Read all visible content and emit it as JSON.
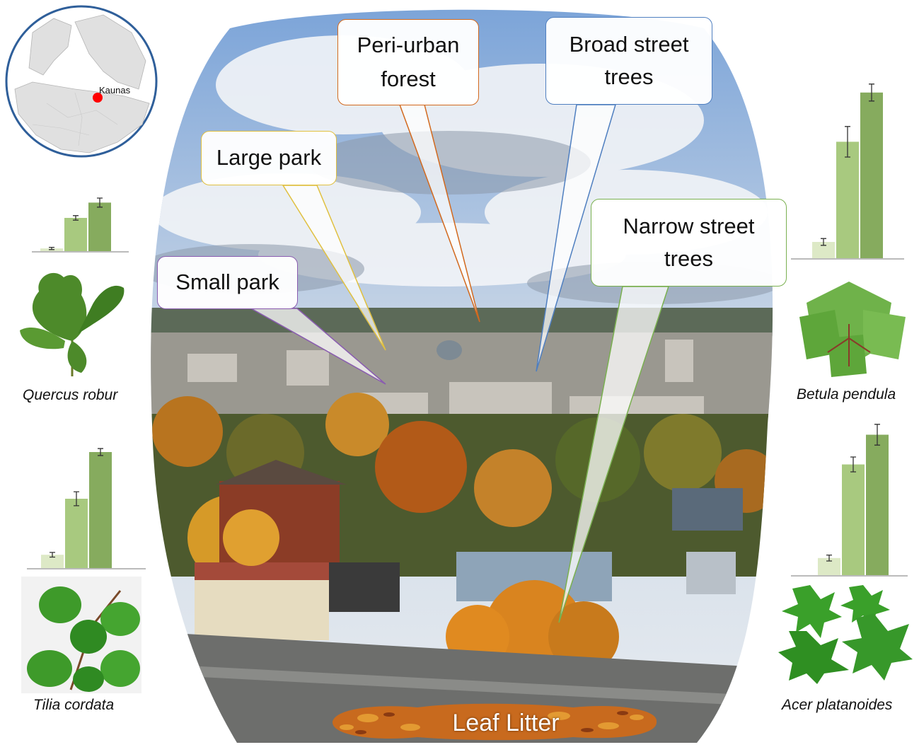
{
  "map": {
    "city_label": "Kaunas",
    "marker_color": "#ff0000"
  },
  "callouts": {
    "peri_urban": "Peri-urban forest",
    "broad_street": "Broad street trees",
    "large_park": "Large park",
    "small_park": "Small park",
    "narrow_street": "Narrow street trees"
  },
  "callout_colors": {
    "peri_urban": "#d2691e",
    "broad_street": "#4f7fc0",
    "large_park": "#e0c040",
    "small_park": "#8a5cb0",
    "narrow_street": "#7ab050"
  },
  "species": {
    "quercus": "Quercus robur",
    "tilia": "Tilia cordata",
    "betula": "Betula pendula",
    "acer": "Acer platanoides"
  },
  "litter_label": "Leaf Litter",
  "chart_data": [
    {
      "type": "bar",
      "species": "Quercus robur",
      "values": [
        0.06,
        0.6,
        0.87
      ],
      "errors": [
        0.02,
        0.04,
        0.08
      ]
    },
    {
      "type": "bar",
      "species": "Betula pendula",
      "values": [
        0.1,
        0.69,
        0.98
      ],
      "errors": [
        0.02,
        0.09,
        0.05
      ]
    },
    {
      "type": "bar",
      "species": "Tilia cordata",
      "values": [
        0.12,
        0.6,
        1.0
      ],
      "errors": [
        0.02,
        0.06,
        0.03
      ]
    },
    {
      "type": "bar",
      "species": "Acer platanoides",
      "values": [
        0.12,
        0.75,
        0.95
      ],
      "errors": [
        0.02,
        0.05,
        0.07
      ]
    }
  ],
  "bar_colors": [
    "#dde9c6",
    "#a8c97f",
    "#86ab5e"
  ]
}
